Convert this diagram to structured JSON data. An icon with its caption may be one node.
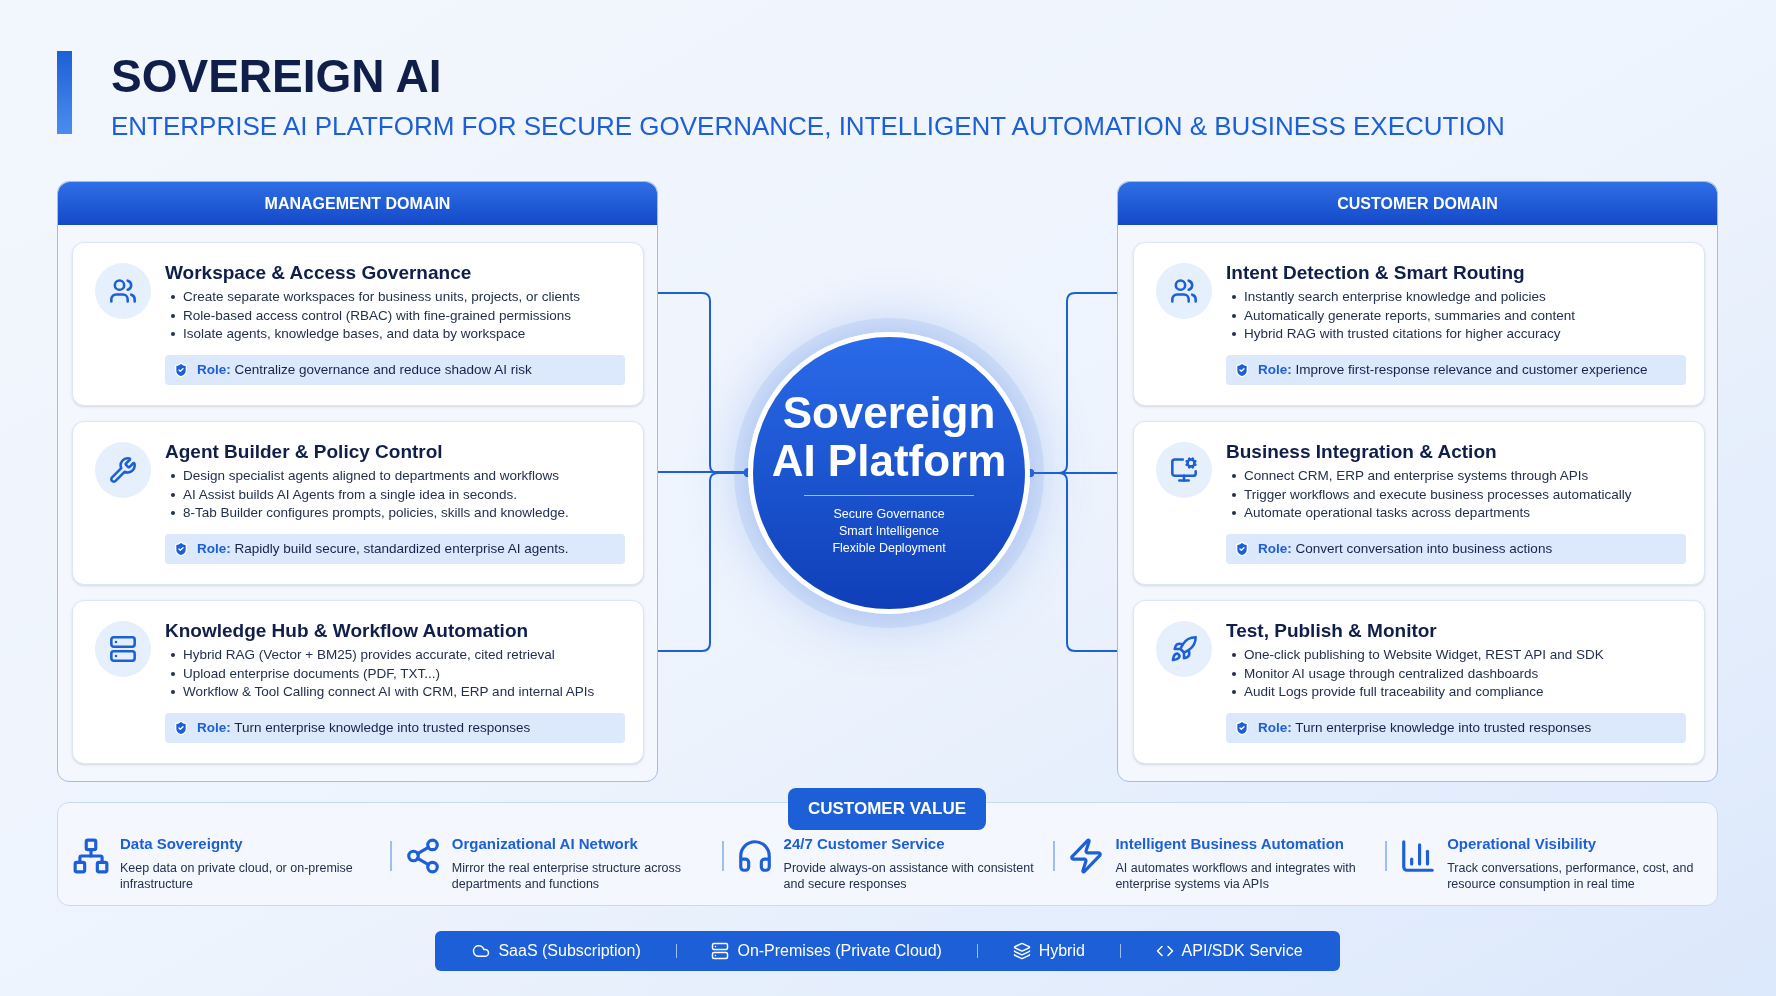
{
  "diagram": {
    "title": "SOVEREIGN AI",
    "nodes": [
      {
        "text": [
          "MANAGEMENT DOMAIN"
        ]
      },
      {
        "text": [
          "Workspace & Access Governance",
          "Create separate workspaces for business units, projects, or clients",
          "Role-based access control (RBAC) with fine-grained permissions",
          "Isolate agents, knowledge bases, and data by workspace",
          "**Role:** Centralize governance and reduce shadow AI risk"
        ],
        "in": 0
      },
      {
        "text": [
          "Agent Builder & Policy Control",
          "Design specialist agents aligned to departments and workflows",
          "AI Assist builds AI Agents from a single idea in seconds.",
          "8-Tab Builder configures prompts, policies, skills and knowledge.",
          "**Role:** Rapidly build secure, standardized enterprise AI agents."
        ],
        "in": 0
      },
      {
        "text": [
          "Knowledge Hub & Workflow Automation",
          "Hybrid RAG (Vector + BM25) provides accurate, cited retrieval",
          "Upload enterprise documents (PDF, TXT...)",
          "Workflow & Tool Calling connect AI with CRM, ERP and internal APIs",
          "**Role:** Turn enterprise knowledge into trusted responses"
        ],
        "in": 0
      },
      {
        "text": [
          "CUSTOMER DOMAIN"
        ]
      },
      {
        "text": [
          "Intent Detection & Smart Routing",
          "Instantly search enterprise knowledge and policies",
          "Automatically generate reports, summaries and content",
          "Hybrid RAG with trusted citations for higher accuracy",
          "**Role:** Improve first-response relevance and customer experience"
        ],
        "in": 4
      },
      {
        "text": [
          "Business Integration & Action",
          "Connect CRM, ERP and enterprise systems through APIs",
          "Trigger workflows and execute business processes automatically",
          "Automate operational tasks across departments",
          "**Role:** Convert conversation into business actions"
        ],
        "in": 4
      },
      {
        "text": [
          "Test, Publish & Monitor",
          "One-click publishing to Website Widget, REST API and SDK",
          "Monitor AI usage through centralized dashboards",
          "Audit Logs provide full traceability and compliance",
          "**Role:** Turn enterprise knowledge into trusted responses"
        ],
        "in": 4
      },
      {
        "text": [
          "Sovereign AI Platform",
          "Secure Governance",
          "Smart Intelligence",
          "Flexible Deployment"
        ]
      },
      {
        "text": [
          "CUSTOMER VALUE"
        ]
      },
      {
        "text": [
          "SaaS (Subscription)",
          "On-Premises (Private Cloud)",
          "Hybrid",
          "API/SDK Service"
        ]
      }
    ],
    "edges": [
      {
        "from": 1,
        "to": 8,
        "arrow": "other"
      },
      {
        "from": 2,
        "to": 8,
        "arrow": "other"
      },
      {
        "from": 3,
        "to": 8,
        "arrow": "other"
      },
      {
        "from": 8,
        "to": 5,
        "arrow": "other"
      },
      {
        "from": 8,
        "to": 6,
        "arrow": "other"
      },
      {
        "from": 8,
        "to": 7,
        "arrow": "other"
      }
    ],
    "labels": [
      "ENTERPRISE AI PLATFORM FOR SECURE GOVERNANCE, INTELLIGENT AUTOMATION & BUSINESS EXECUTION",
      "Data Sovereignty",
      "Keep data on private cloud, or on-premise infrastructure",
      "Organizational AI Network",
      "Mirror the real enterprise structure across departments and functions",
      "24/7 Customer Service",
      "Provide always-on assistance with consistent and secure responses",
      "Intelligent Business Automation",
      "AI automates workflows and integrates with enterprise systems via APIs",
      "Operational Visibility",
      "Track conversations, performance, cost, and resource consumption in real time"
    ]
  }
}
